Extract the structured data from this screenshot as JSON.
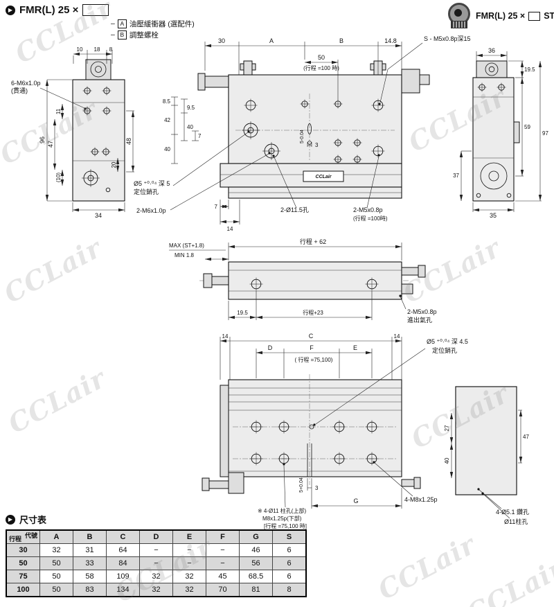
{
  "header": {
    "title": "FMR(L)  25 ×",
    "right_prefix": "FMR(L) 25 ×",
    "right_suffix": "ST",
    "legend": [
      {
        "prefix": "–",
        "key": "A",
        "text": "油壓緩衝器 (選配件)"
      },
      {
        "prefix": "–",
        "key": "B",
        "text": "調整螺栓"
      }
    ]
  },
  "icons": {
    "bullet": "▶"
  },
  "watermark": "CCLair",
  "left_view": {
    "dim_10": "10",
    "dim_18": "18",
    "dim_8": "8",
    "dim_96": "96",
    "dim_11": "11",
    "dim_47": "47",
    "dim_10p": "(10)",
    "dim_48": "48",
    "dim_20": "20",
    "dim_34": "34",
    "label_thread": "6-M6x1.0p",
    "label_thread_note": "(貫通)"
  },
  "top_view": {
    "dim_30": "30",
    "dim_A": "A",
    "dim_B": "B",
    "dim_148": "14.8",
    "dim_50": "50",
    "dim_50_note": "(行程 =100 時)",
    "label_s": "S - M5x0.8p深15",
    "dim_85": "8.5",
    "dim_95": "9.5",
    "dim_42": "42",
    "dim_40a": "40",
    "dim_40b": "40",
    "dim_7a": "7",
    "dim_3": "3",
    "dim_slot": "5-0.04",
    "label_pin": "Ø5 ⁺⁰·⁰⁴ 深 5",
    "label_pin_note": "定位銷孔",
    "label_m6": "2-M6x1.0p",
    "dim_7b": "7",
    "dim_14": "14",
    "label_holes": "2-Ø11.5孔",
    "label_m5": "2-M5x0.8p",
    "label_m5_note": "(行程 =100時)",
    "brand": "CCLair"
  },
  "right_view": {
    "dim_36": "36",
    "dim_195": "19.5",
    "dim_59": "59",
    "dim_97": "97",
    "dim_37": "37",
    "dim_35": "35"
  },
  "front_view": {
    "label_max": "MAX  (ST+1.8)",
    "label_min": "MIN  1.8",
    "dim_stroke62": "行程 + 62",
    "dim_195": "19.5",
    "dim_stroke23": "行程+23",
    "label_port": "2-M5x0.8p",
    "label_port_note": "進出氣孔"
  },
  "bottom_view": {
    "dim_14a": "14",
    "dim_C": "C",
    "dim_14b": "14",
    "dim_D": "D",
    "dim_F": "F",
    "dim_E": "E",
    "dim_F_note": "( 行程 =75,100)",
    "label_pin": "Ø5 ⁺⁰·⁰⁴ 深 4.5",
    "label_pin_note": "定位銷孔",
    "dim_slot": "5+0.04",
    "dim_3": "3",
    "dim_G": "G",
    "note1": "※ 4-Ø11 柱孔(上部)",
    "note2": "M8x1.25p(下部)",
    "note3": "[行程 =75,100 時]",
    "label_m8": "4-M8x1.25p"
  },
  "section_view": {
    "dim_27": "27",
    "dim_47": "47",
    "dim_40": "40",
    "label_drill": "4-Ø5.1 鑽孔",
    "label_cbore": "Ø11柱孔"
  },
  "table": {
    "title": "尺寸表",
    "corner_top": "代號",
    "corner_bottom": "行程",
    "columns": [
      "A",
      "B",
      "C",
      "D",
      "E",
      "F",
      "G",
      "S"
    ],
    "rows": [
      {
        "stroke": "30",
        "values": [
          "32",
          "31",
          "64",
          "−",
          "−",
          "−",
          "46",
          "6"
        ]
      },
      {
        "stroke": "50",
        "values": [
          "50",
          "33",
          "84",
          "−",
          "−",
          "−",
          "56",
          "6"
        ]
      },
      {
        "stroke": "75",
        "values": [
          "50",
          "58",
          "109",
          "32",
          "32",
          "45",
          "68.5",
          "6"
        ]
      },
      {
        "stroke": "100",
        "values": [
          "50",
          "83",
          "134",
          "32",
          "32",
          "70",
          "81",
          "8"
        ]
      }
    ]
  }
}
